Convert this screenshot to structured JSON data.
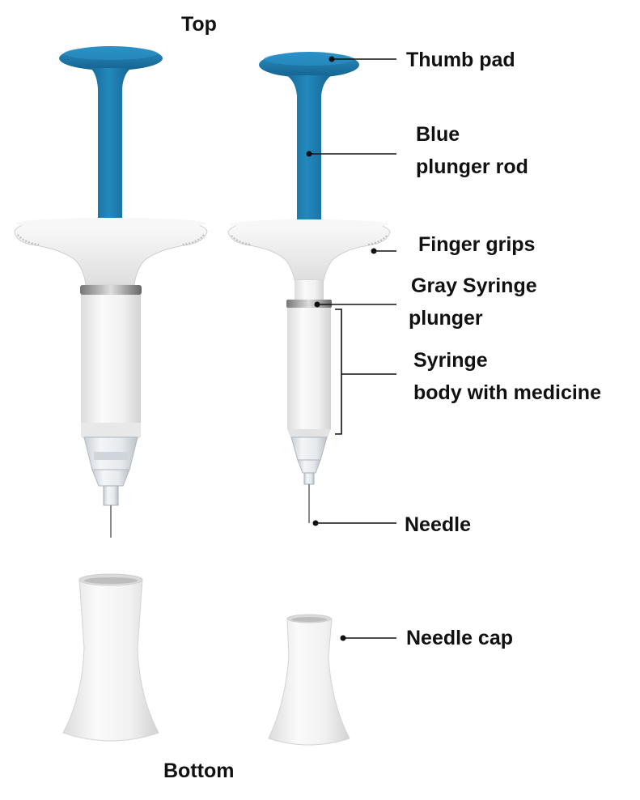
{
  "figure": {
    "top_label": "Top",
    "bottom_label": "Bottom"
  },
  "callouts": {
    "thumb_pad": "Thumb pad",
    "plunger_rod_line1": "Blue",
    "plunger_rod_line2": "plunger rod",
    "finger_grips": "Finger grips",
    "syringe_plunger_line1": "Gray Syringe",
    "syringe_plunger_line2": "plunger",
    "syringe_body_line1": "Syringe",
    "syringe_body_line2": "body with medicine",
    "needle": "Needle",
    "needle_cap": "Needle cap"
  },
  "colors": {
    "plunger_blue": "#1a76a8",
    "body_white": "#f2f2f2",
    "leader_line": "#111111"
  }
}
